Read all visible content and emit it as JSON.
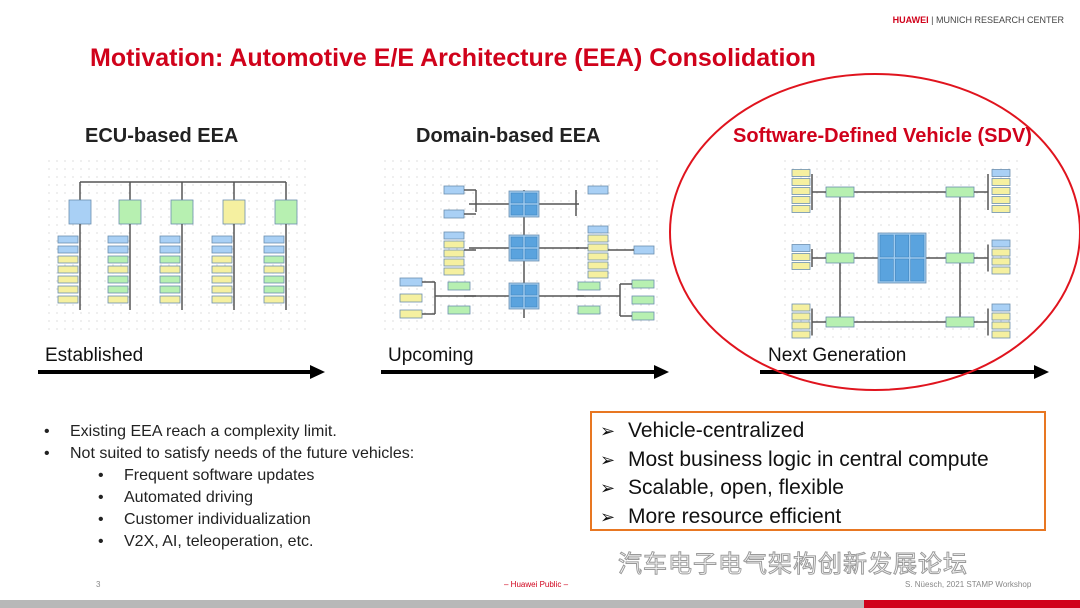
{
  "header": {
    "company": "HUAWEI",
    "separator": "|",
    "unit": "MUNICH RESEARCH CENTER"
  },
  "title": "Motivation: Automotive E/E Architecture (EEA) Consolidation",
  "columns": [
    {
      "title": "ECU-based EEA",
      "stage": "Established"
    },
    {
      "title": "Domain-based EEA",
      "stage": "Upcoming"
    },
    {
      "title": "Software-Defined Vehicle (SDV)",
      "stage": "Next Generation"
    }
  ],
  "bullets": [
    {
      "text": "Existing EEA reach a complexity limit.",
      "level": 1
    },
    {
      "text": "Not suited to satisfy needs of the future vehicles:",
      "level": 1
    },
    {
      "text": "Frequent software updates",
      "level": 2
    },
    {
      "text": "Automated driving",
      "level": 2
    },
    {
      "text": "Customer individualization",
      "level": 2
    },
    {
      "text": "V2X, AI, teleoperation, etc.",
      "level": 2
    }
  ],
  "bullet_symbol": "•",
  "box_marker": "➢",
  "highlights": [
    "Vehicle-centralized",
    "Most business logic in central compute",
    "Scalable, open, flexible",
    "More resource efficient"
  ],
  "footer": {
    "page": "3",
    "classification": "– Huawei Public –",
    "author": "S. Nüesch, 2021 STAMP Workshop"
  },
  "watermark": "汽车电子电气架构创新发展论坛",
  "colors": {
    "brand_red": "#d0021b",
    "box_orange": "#e87722",
    "ecu_blue": "#a9d0f5",
    "ecu_green": "#b7f0b1",
    "ecu_yellow": "#f5f0a0",
    "compute_blue": "#9ecbf0"
  }
}
